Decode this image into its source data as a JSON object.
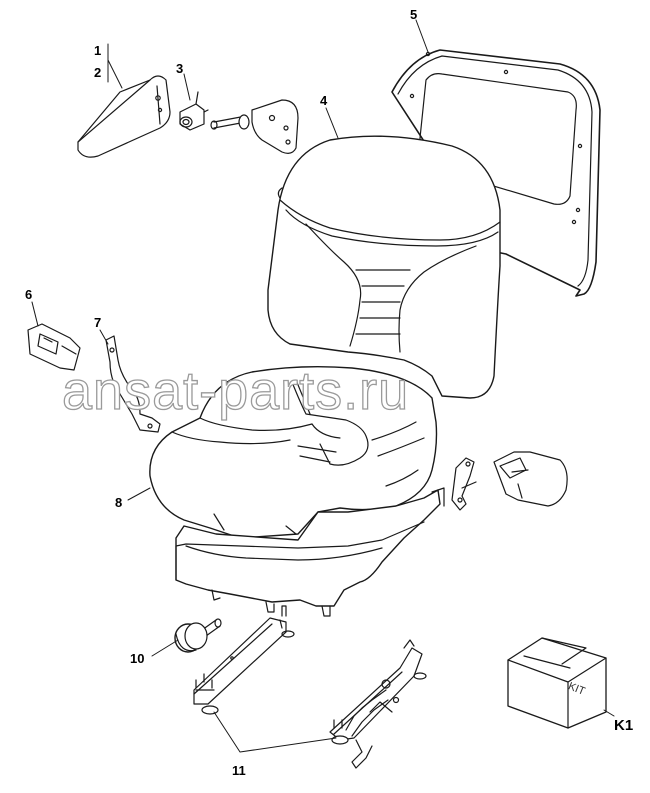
{
  "diagram": {
    "callouts": {
      "c1": "1",
      "c2": "2",
      "c3": "3",
      "c4": "4",
      "c5": "5",
      "c6": "6",
      "c7": "7",
      "c8": "8",
      "c10": "10",
      "c11": "11",
      "k1": "K1"
    },
    "kit_box_text": "KIT",
    "watermark": "ansat-parts.ru"
  }
}
